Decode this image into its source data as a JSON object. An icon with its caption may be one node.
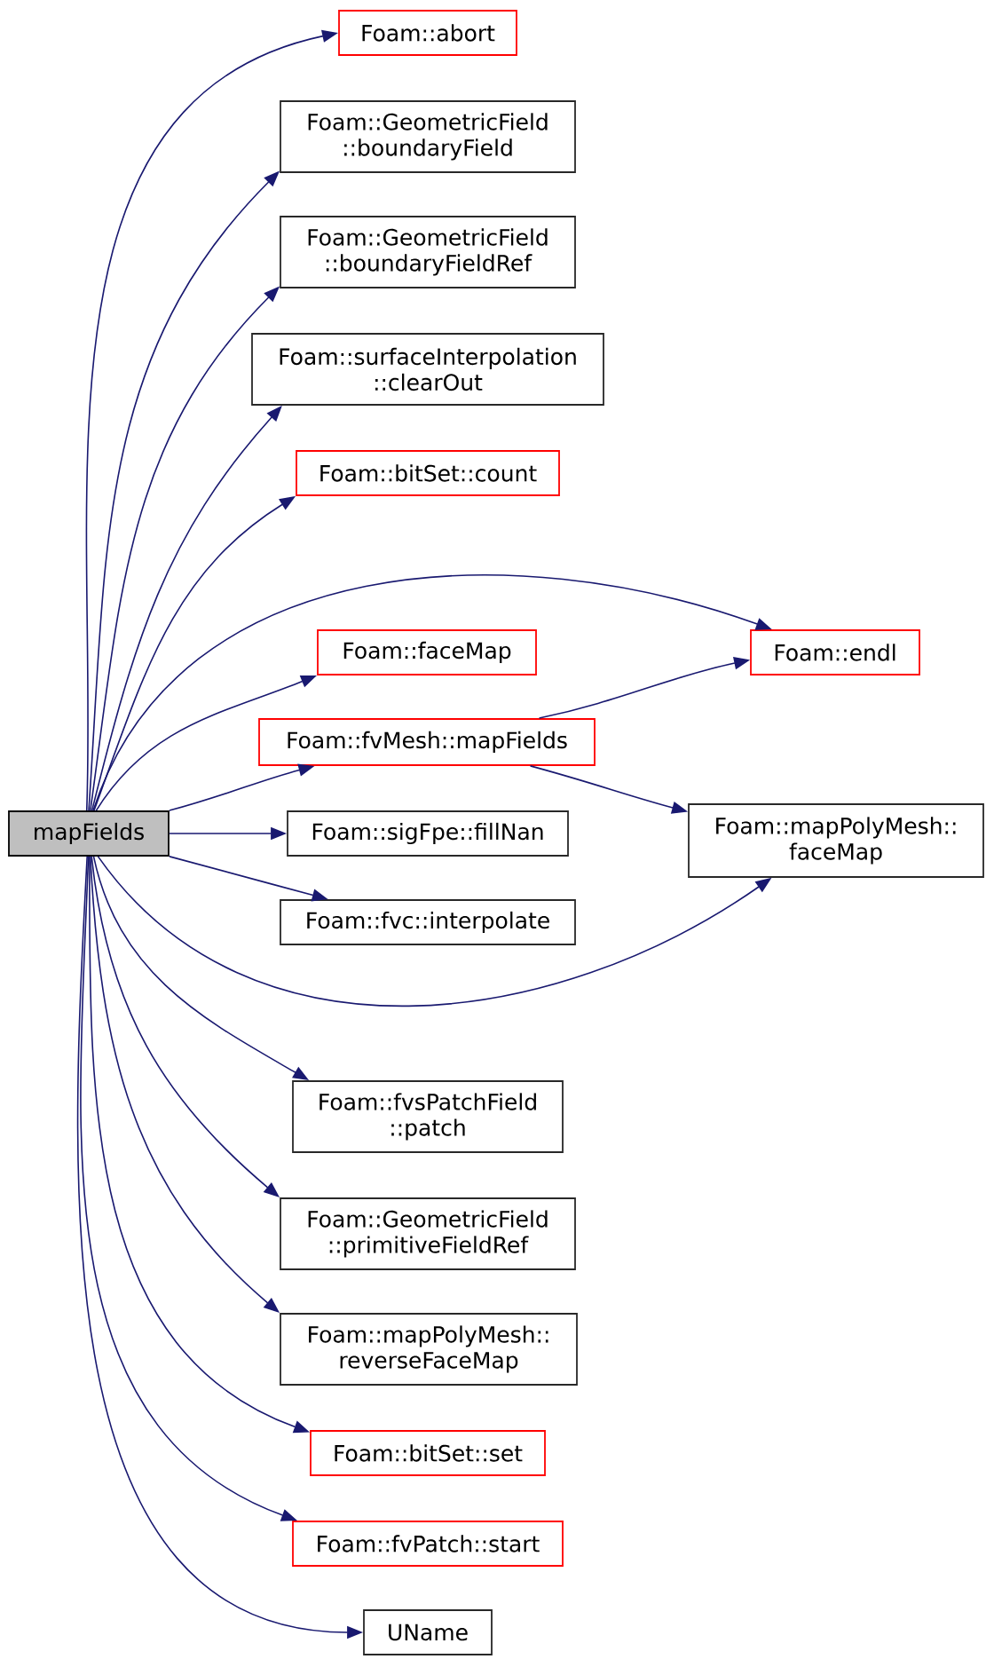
{
  "diagram": {
    "nodes": [
      {
        "text": [
          "mapFields"
        ]
      },
      {
        "text": [
          "Foam::abort"
        ]
      },
      {
        "text": [
          "Foam::GeometricField ::boundaryField"
        ]
      },
      {
        "text": [
          "Foam::GeometricField ::boundaryFieldRef"
        ]
      },
      {
        "text": [
          "Foam::surfaceInterpolation ::clearOut"
        ]
      },
      {
        "text": [
          "Foam::bitSet::count"
        ]
      },
      {
        "text": [
          "Foam::faceMap"
        ]
      },
      {
        "text": [
          "Foam::endl"
        ]
      },
      {
        "text": [
          "Foam::fvMesh::mapFields"
        ]
      },
      {
        "text": [
          "Foam::sigFpe::fillNan"
        ]
      },
      {
        "text": [
          "Foam::mapPolyMesh:: faceMap"
        ]
      },
      {
        "text": [
          "Foam::fvc::interpolate"
        ]
      },
      {
        "text": [
          "Foam::fvsPatchField ::patch"
        ]
      },
      {
        "text": [
          "Foam::GeometricField ::primitiveFieldRef"
        ]
      },
      {
        "text": [
          "Foam::mapPolyMesh:: reverseFaceMap"
        ]
      },
      {
        "text": [
          "Foam::bitSet::set"
        ]
      },
      {
        "text": [
          "Foam::fvPatch::start"
        ]
      },
      {
        "text": [
          "UName"
        ]
      }
    ],
    "edges": [
      {
        "from": 0,
        "to": 1,
        "arrow": "to"
      },
      {
        "from": 0,
        "to": 2,
        "arrow": "to"
      },
      {
        "from": 0,
        "to": 3,
        "arrow": "to"
      },
      {
        "from": 0,
        "to": 4,
        "arrow": "to"
      },
      {
        "from": 0,
        "to": 5,
        "arrow": "to"
      },
      {
        "from": 0,
        "to": 6,
        "arrow": "to"
      },
      {
        "from": 0,
        "to": 7,
        "arrow": "to"
      },
      {
        "from": 0,
        "to": 8,
        "arrow": "to"
      },
      {
        "from": 0,
        "to": 9,
        "arrow": "to"
      },
      {
        "from": 0,
        "to": 10,
        "arrow": "to"
      },
      {
        "from": 0,
        "to": 11,
        "arrow": "to"
      },
      {
        "from": 0,
        "to": 12,
        "arrow": "to"
      },
      {
        "from": 0,
        "to": 13,
        "arrow": "to"
      },
      {
        "from": 0,
        "to": 14,
        "arrow": "to"
      },
      {
        "from": 0,
        "to": 15,
        "arrow": "to"
      },
      {
        "from": 0,
        "to": 16,
        "arrow": "to"
      },
      {
        "from": 0,
        "to": 17,
        "arrow": "to"
      },
      {
        "from": 8,
        "to": 7,
        "arrow": "to"
      },
      {
        "from": 8,
        "to": 10,
        "arrow": "to"
      }
    ]
  }
}
